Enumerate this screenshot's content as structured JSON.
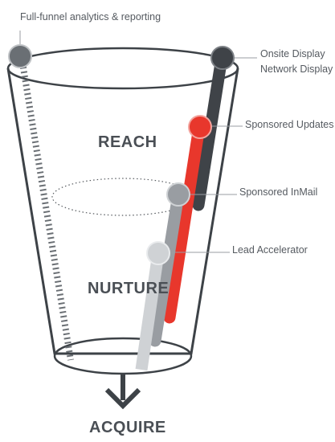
{
  "callouts": {
    "analytics": "Full-funnel analytics & reporting",
    "onsite_display": "Onsite Display",
    "network_display": "Network Display",
    "sponsored_updates": "Sponsored Updates",
    "sponsored_inmail": "Sponsored InMail",
    "lead_accelerator": "Lead Accelerator"
  },
  "stages": {
    "reach": "REACH",
    "nurture": "NURTURE",
    "acquire": "ACQUIRE"
  },
  "colors": {
    "outline": "#3d4247",
    "display": "#3f4348",
    "updates": "#e8372c",
    "inmail": "#999da2",
    "accelerator": "#cfd2d5",
    "analytics": "#6a6f74",
    "stage_text": "#4a4f55",
    "callout_text": "#555a60"
  },
  "icons": {
    "arrow": "arrow-down-icon"
  }
}
